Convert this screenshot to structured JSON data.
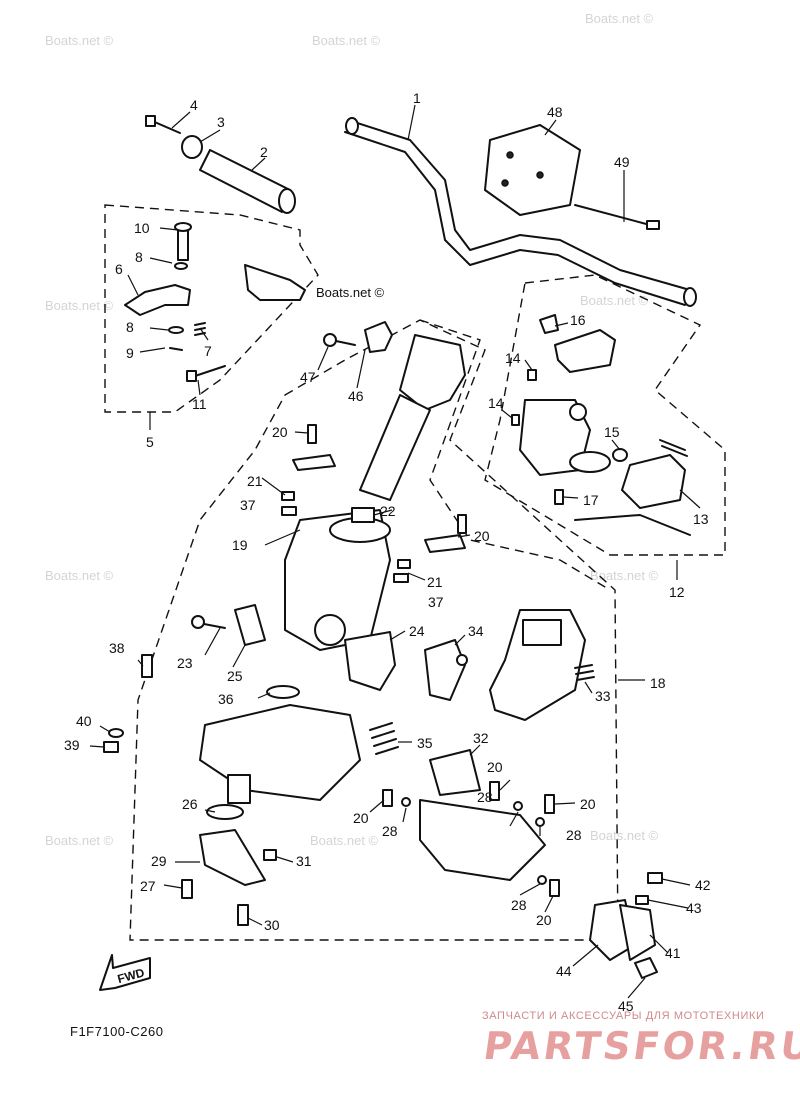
{
  "watermark_text": "Boats.net ©",
  "diagram_code": "F1F7100-C260",
  "fwd_label": "FWD",
  "brand": {
    "tagline": "ЗАПЧАСТИ И АКСЕССУАРЫ ДЛЯ МОТОТЕХНИКИ",
    "name": "PARTSFOR.RU",
    "color": "#e7a0a0"
  },
  "callouts": {
    "c1": "1",
    "c2": "2",
    "c3": "3",
    "c4": "4",
    "c5": "5",
    "c6": "6",
    "c7": "7",
    "c8a": "8",
    "c8b": "8",
    "c9": "9",
    "c10": "10",
    "c11": "11",
    "c12": "12",
    "c13": "13",
    "c14a": "14",
    "c14b": "14",
    "c15": "15",
    "c16": "16",
    "c17": "17",
    "c18": "18",
    "c19": "19",
    "c20a": "20",
    "c20b": "20",
    "c20c": "20",
    "c20d": "20",
    "c20e": "20",
    "c20f": "20",
    "c21a": "21",
    "c21b": "21",
    "c22": "22",
    "c23": "23",
    "c24": "24",
    "c25": "25",
    "c26": "26",
    "c27": "27",
    "c28a": "28",
    "c28b": "28",
    "c28c": "28",
    "c28d": "28",
    "c29": "29",
    "c30": "30",
    "c31": "31",
    "c32": "32",
    "c33": "33",
    "c34": "34",
    "c35": "35",
    "c36": "36",
    "c37a": "37",
    "c37b": "37",
    "c38": "38",
    "c39": "39",
    "c40": "40",
    "c41": "41",
    "c42": "42",
    "c43": "43",
    "c44": "44",
    "c45": "45",
    "c46": "46",
    "c47": "47",
    "c48": "48",
    "c49": "49"
  }
}
